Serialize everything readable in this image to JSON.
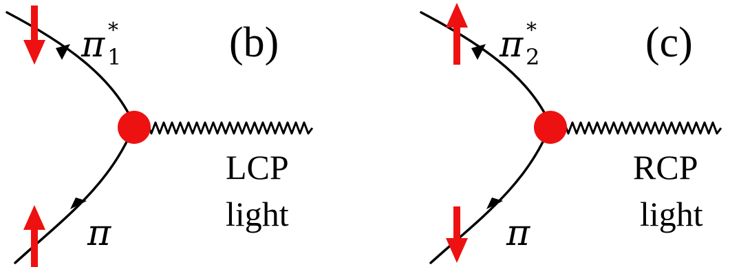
{
  "accent_color": "#ee1111",
  "line_color": "#000000",
  "panels": [
    {
      "label": "(b)",
      "top_state": {
        "base": "π",
        "subscript": "1",
        "superscript": "*",
        "spin": "down"
      },
      "bottom_state": {
        "base": "π",
        "spin": "up"
      },
      "light": {
        "line1": "LCP",
        "line2": "light"
      }
    },
    {
      "label": "(c)",
      "top_state": {
        "base": "π",
        "subscript": "2",
        "superscript": "*",
        "spin": "up"
      },
      "bottom_state": {
        "base": "π",
        "spin": "down"
      },
      "light": {
        "line1": "RCP",
        "line2": "light"
      }
    }
  ]
}
